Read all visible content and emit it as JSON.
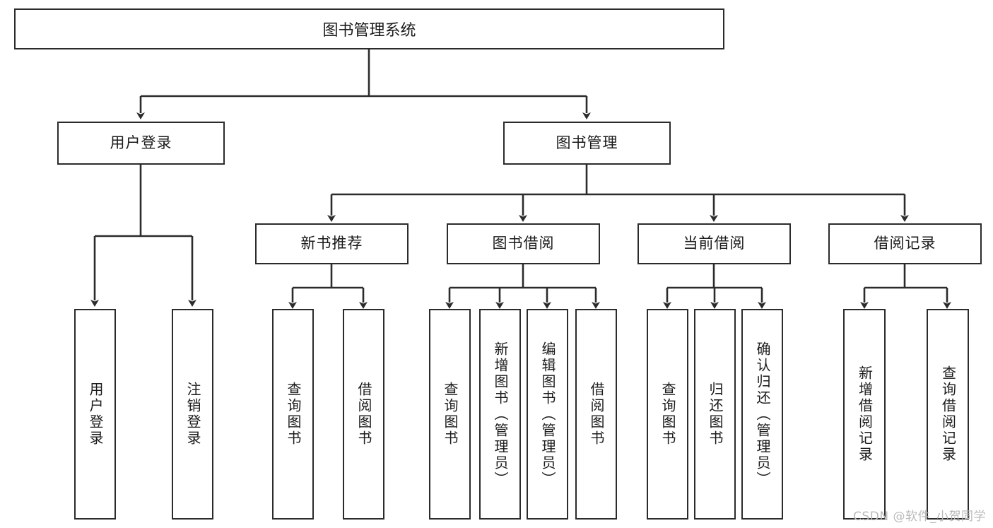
{
  "diagram": {
    "title": "图书管理系统",
    "watermark": "CSDN @软件_小贺同学",
    "line_color": "#2b2b2b",
    "box_fill": "#ffffff",
    "text_color": "#1b1b1b",
    "watermark_color": "#b9b9b9",
    "root": {
      "label": "图书管理系统"
    },
    "level2": [
      {
        "label": "用户登录"
      },
      {
        "label": "图书管理"
      }
    ],
    "level3": [
      {
        "label": "新书推荐"
      },
      {
        "label": "图书借阅"
      },
      {
        "label": "当前借阅"
      },
      {
        "label": "借阅记录"
      }
    ],
    "leaves": {
      "user_login": [
        {
          "label": "用户登录"
        },
        {
          "label": "注销登录"
        }
      ],
      "new_book": [
        {
          "label": "查询图书"
        },
        {
          "label": "借阅图书"
        }
      ],
      "book_borrow": [
        {
          "label": "查询图书"
        },
        {
          "label": "新增图书（管理员）"
        },
        {
          "label": "编辑图书（管理员）"
        },
        {
          "label": "借阅图书"
        }
      ],
      "current_borrow": [
        {
          "label": "查询图书"
        },
        {
          "label": "归还图书"
        },
        {
          "label": "确认归还（管理员）"
        }
      ],
      "borrow_record": [
        {
          "label": "新增借阅记录"
        },
        {
          "label": "查询借阅记录"
        }
      ]
    }
  }
}
